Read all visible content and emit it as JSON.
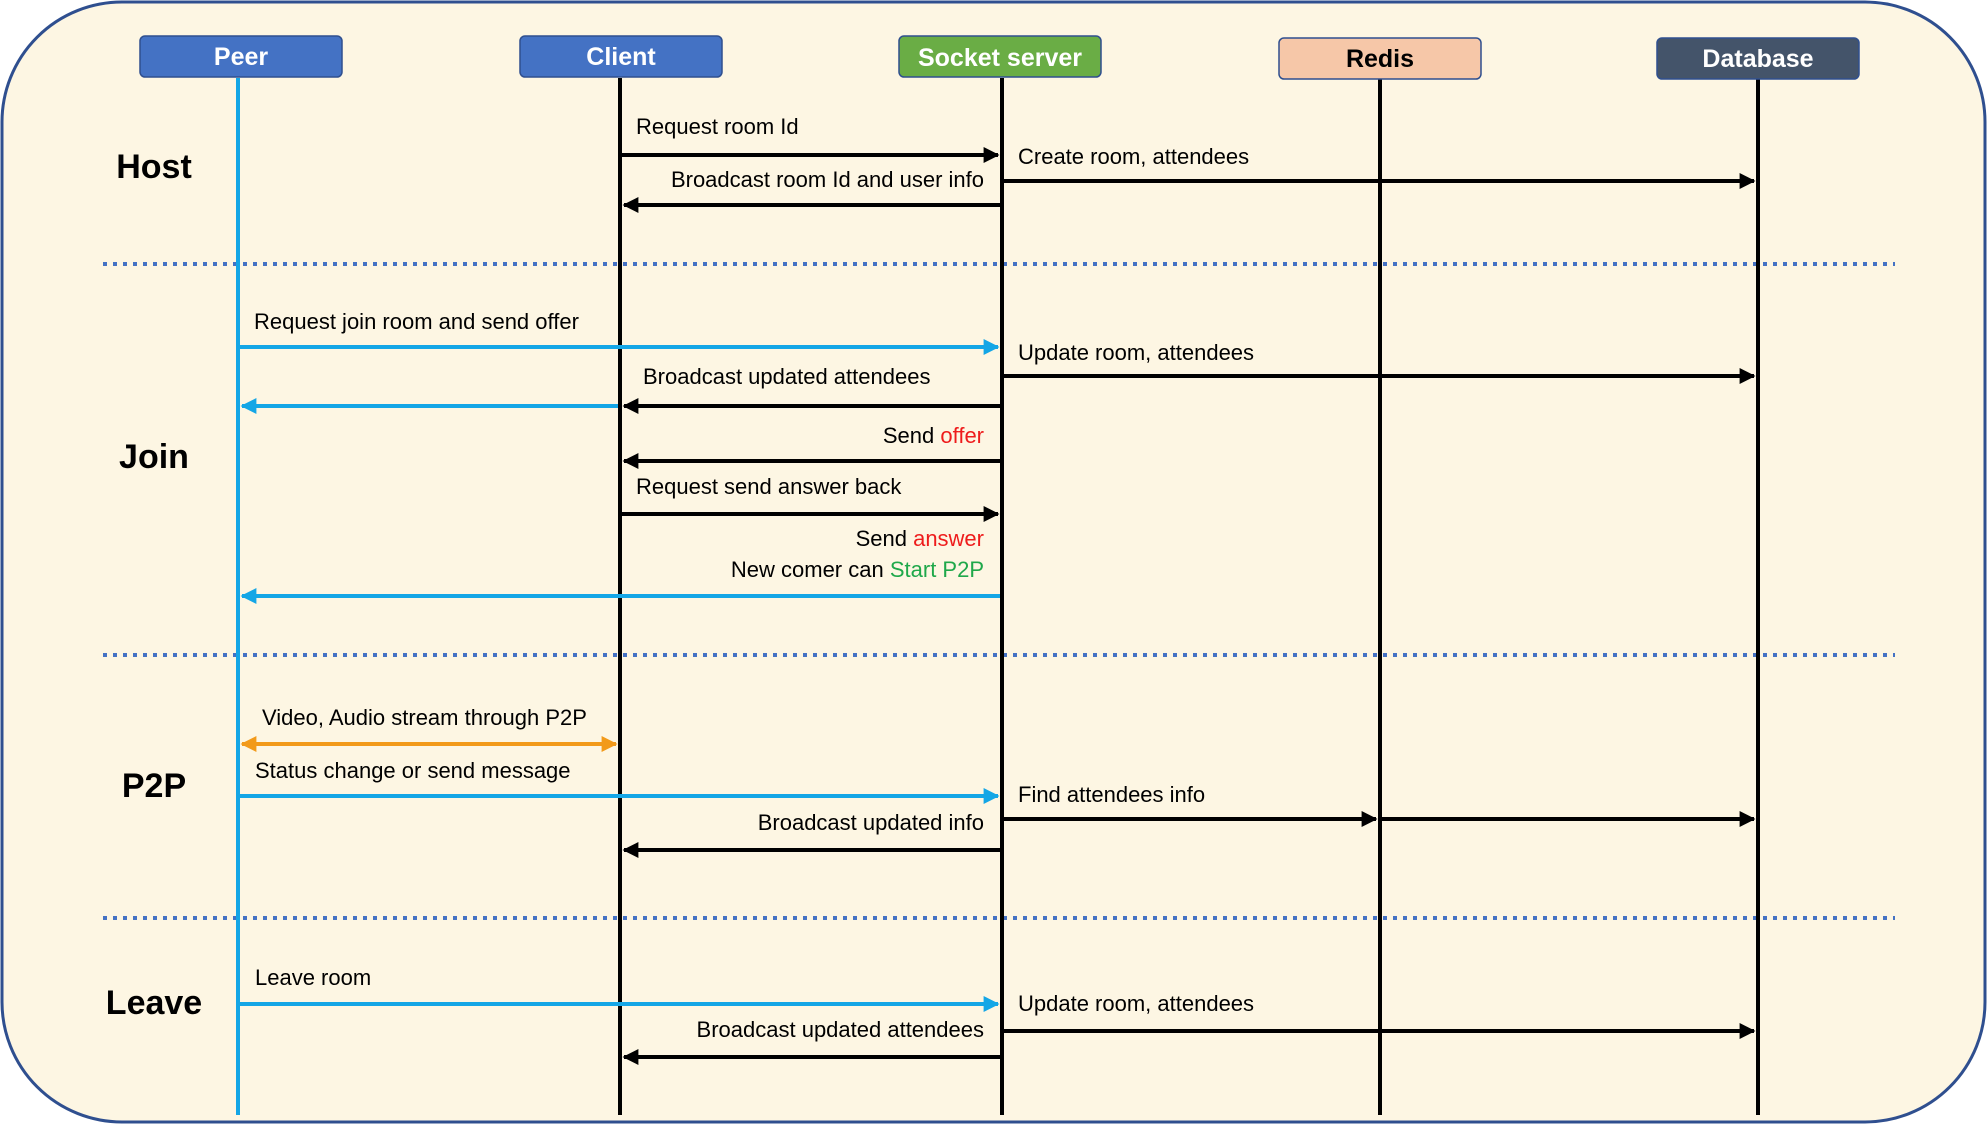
{
  "colors": {
    "background": "#fdf6e3",
    "border": "#2f4f8f",
    "divider": "#4472c4",
    "line_black": "#000000",
    "line_blue": "#14a6e6",
    "line_orange": "#f29a1a",
    "highlight_red": "#ee1c1c",
    "highlight_green": "#1fa84a"
  },
  "participants": [
    {
      "id": "peer",
      "label": "Peer",
      "fill": "#4472c4",
      "text_color": "#ffffff",
      "lifeline": "blue"
    },
    {
      "id": "client",
      "label": "Client",
      "fill": "#4472c4",
      "text_color": "#ffffff",
      "lifeline": "black"
    },
    {
      "id": "socket",
      "label": "Socket server",
      "fill": "#6aad45",
      "text_color": "#ffffff",
      "lifeline": "black"
    },
    {
      "id": "redis",
      "label": "Redis",
      "fill": "#f6c7a8",
      "text_color": "#000000",
      "lifeline": "black"
    },
    {
      "id": "database",
      "label": "Database",
      "fill": "#44546a",
      "text_color": "#ffffff",
      "lifeline": "black"
    }
  ],
  "sections": [
    "Host",
    "Join",
    "P2P",
    "Leave"
  ],
  "messages": [
    {
      "from": "client",
      "to": "socket",
      "color": "black",
      "parts": [
        {
          "text": "Request room Id"
        }
      ]
    },
    {
      "from": "socket",
      "to": "database",
      "color": "black",
      "parts": [
        {
          "text": "Create room, attendees"
        }
      ]
    },
    {
      "from": "socket",
      "to": "client",
      "color": "black",
      "parts": [
        {
          "text": "Broadcast room Id and user info"
        }
      ]
    },
    {
      "from": "peer",
      "to": "socket",
      "color": "blue",
      "parts": [
        {
          "text": "Request join room and send offer"
        }
      ]
    },
    {
      "from": "socket",
      "to": "database",
      "color": "black",
      "parts": [
        {
          "text": "Update room, attendees"
        }
      ]
    },
    {
      "from": "socket",
      "to": "client",
      "color": "black",
      "parts": [
        {
          "text": "Broadcast updated attendees"
        }
      ]
    },
    {
      "from": "client",
      "to": "peer",
      "color": "blue",
      "parts": []
    },
    {
      "from": "socket",
      "to": "client",
      "color": "black",
      "parts": [
        {
          "text": "Send "
        },
        {
          "text": "offer",
          "color": "red"
        }
      ]
    },
    {
      "from": "client",
      "to": "socket",
      "color": "black",
      "parts": [
        {
          "text": "Request send answer back"
        }
      ]
    },
    {
      "from": "socket",
      "to": "peer",
      "color": "blue",
      "parts": [
        {
          "text": "Send "
        },
        {
          "text": "answer",
          "color": "red"
        }
      ],
      "parts2": [
        {
          "text": "New comer can "
        },
        {
          "text": "Start P2P",
          "color": "green"
        }
      ]
    },
    {
      "from": "peer",
      "to": "client",
      "color": "orange",
      "bidirectional": true,
      "parts": [
        {
          "text": "Video, Audio stream through P2P"
        }
      ]
    },
    {
      "from": "peer",
      "to": "socket",
      "color": "blue",
      "parts": [
        {
          "text": "Status change or send message"
        }
      ]
    },
    {
      "from": "socket",
      "to": "database",
      "color": "black",
      "via": "redis",
      "parts": [
        {
          "text": "Find attendees info"
        }
      ]
    },
    {
      "from": "socket",
      "to": "client",
      "color": "black",
      "parts": [
        {
          "text": "Broadcast updated info"
        }
      ]
    },
    {
      "from": "peer",
      "to": "socket",
      "color": "blue",
      "parts": [
        {
          "text": "Leave room"
        }
      ]
    },
    {
      "from": "socket",
      "to": "database",
      "color": "black",
      "parts": [
        {
          "text": "Update room, attendees"
        }
      ]
    },
    {
      "from": "socket",
      "to": "client",
      "color": "black",
      "parts": [
        {
          "text": "Broadcast updated attendees"
        }
      ]
    }
  ]
}
